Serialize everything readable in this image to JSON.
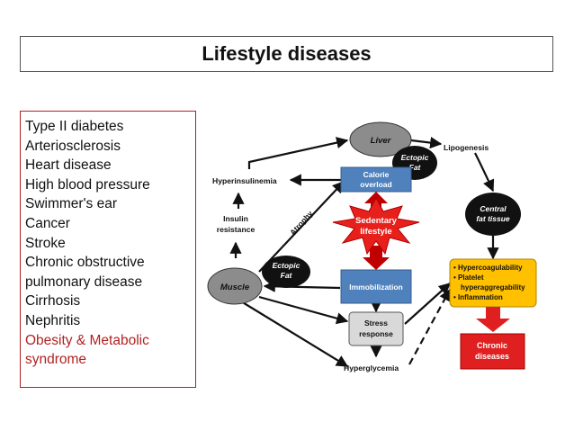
{
  "title": "Lifestyle diseases",
  "disease_list": [
    "Type II diabetes",
    "Arteriosclerosis",
    "Heart disease",
    "High blood pressure",
    "Swimmer's ear",
    "Cancer",
    "Stroke",
    "Chronic obstructive",
    "pulmonary disease",
    "Cirrhosis",
    "Nephritis"
  ],
  "highlighted_items": [
    "Obesity & Metabolic",
    "syndrome"
  ],
  "highlight_color": "#b22222",
  "diagram": {
    "liver": "Liver",
    "ectopic_fat_top": [
      "Ectopic",
      "Fat"
    ],
    "lipogenesis": "Lipogenesis",
    "hyperinsulinemia": "Hyperinsulinemia",
    "calorie_overload": [
      "Calorie",
      "overload"
    ],
    "atrophy": "Atrophy",
    "insulin_resistance": [
      "Insulin",
      "resistance"
    ],
    "sedentary_lifestyle": [
      "Sedentary",
      "lifestyle"
    ],
    "central_fat_tissue": [
      "Central",
      "fat tissue"
    ],
    "muscle": "Muscle",
    "ectopic_fat_bottom": [
      "Ectopic",
      "Fat"
    ],
    "immobilization": "Immobilization",
    "effects": [
      "• Hypercoagulability",
      "• Platelet",
      "hyperaggregability",
      "• Inflammation"
    ],
    "stress_response": [
      "Stress",
      "response"
    ],
    "chronic_diseases": [
      "Chronic",
      "diseases"
    ],
    "hyperglycemia": "Hyperglycemia"
  },
  "colors": {
    "node_gray": "#8c8c8c",
    "node_black": "#111111",
    "box_blue": "#4f81bd",
    "star_red": "#e8201c",
    "effects_yellow": "#ffc000",
    "chronic_red": "#e02020",
    "stress_gray": "#d9d9d9"
  }
}
